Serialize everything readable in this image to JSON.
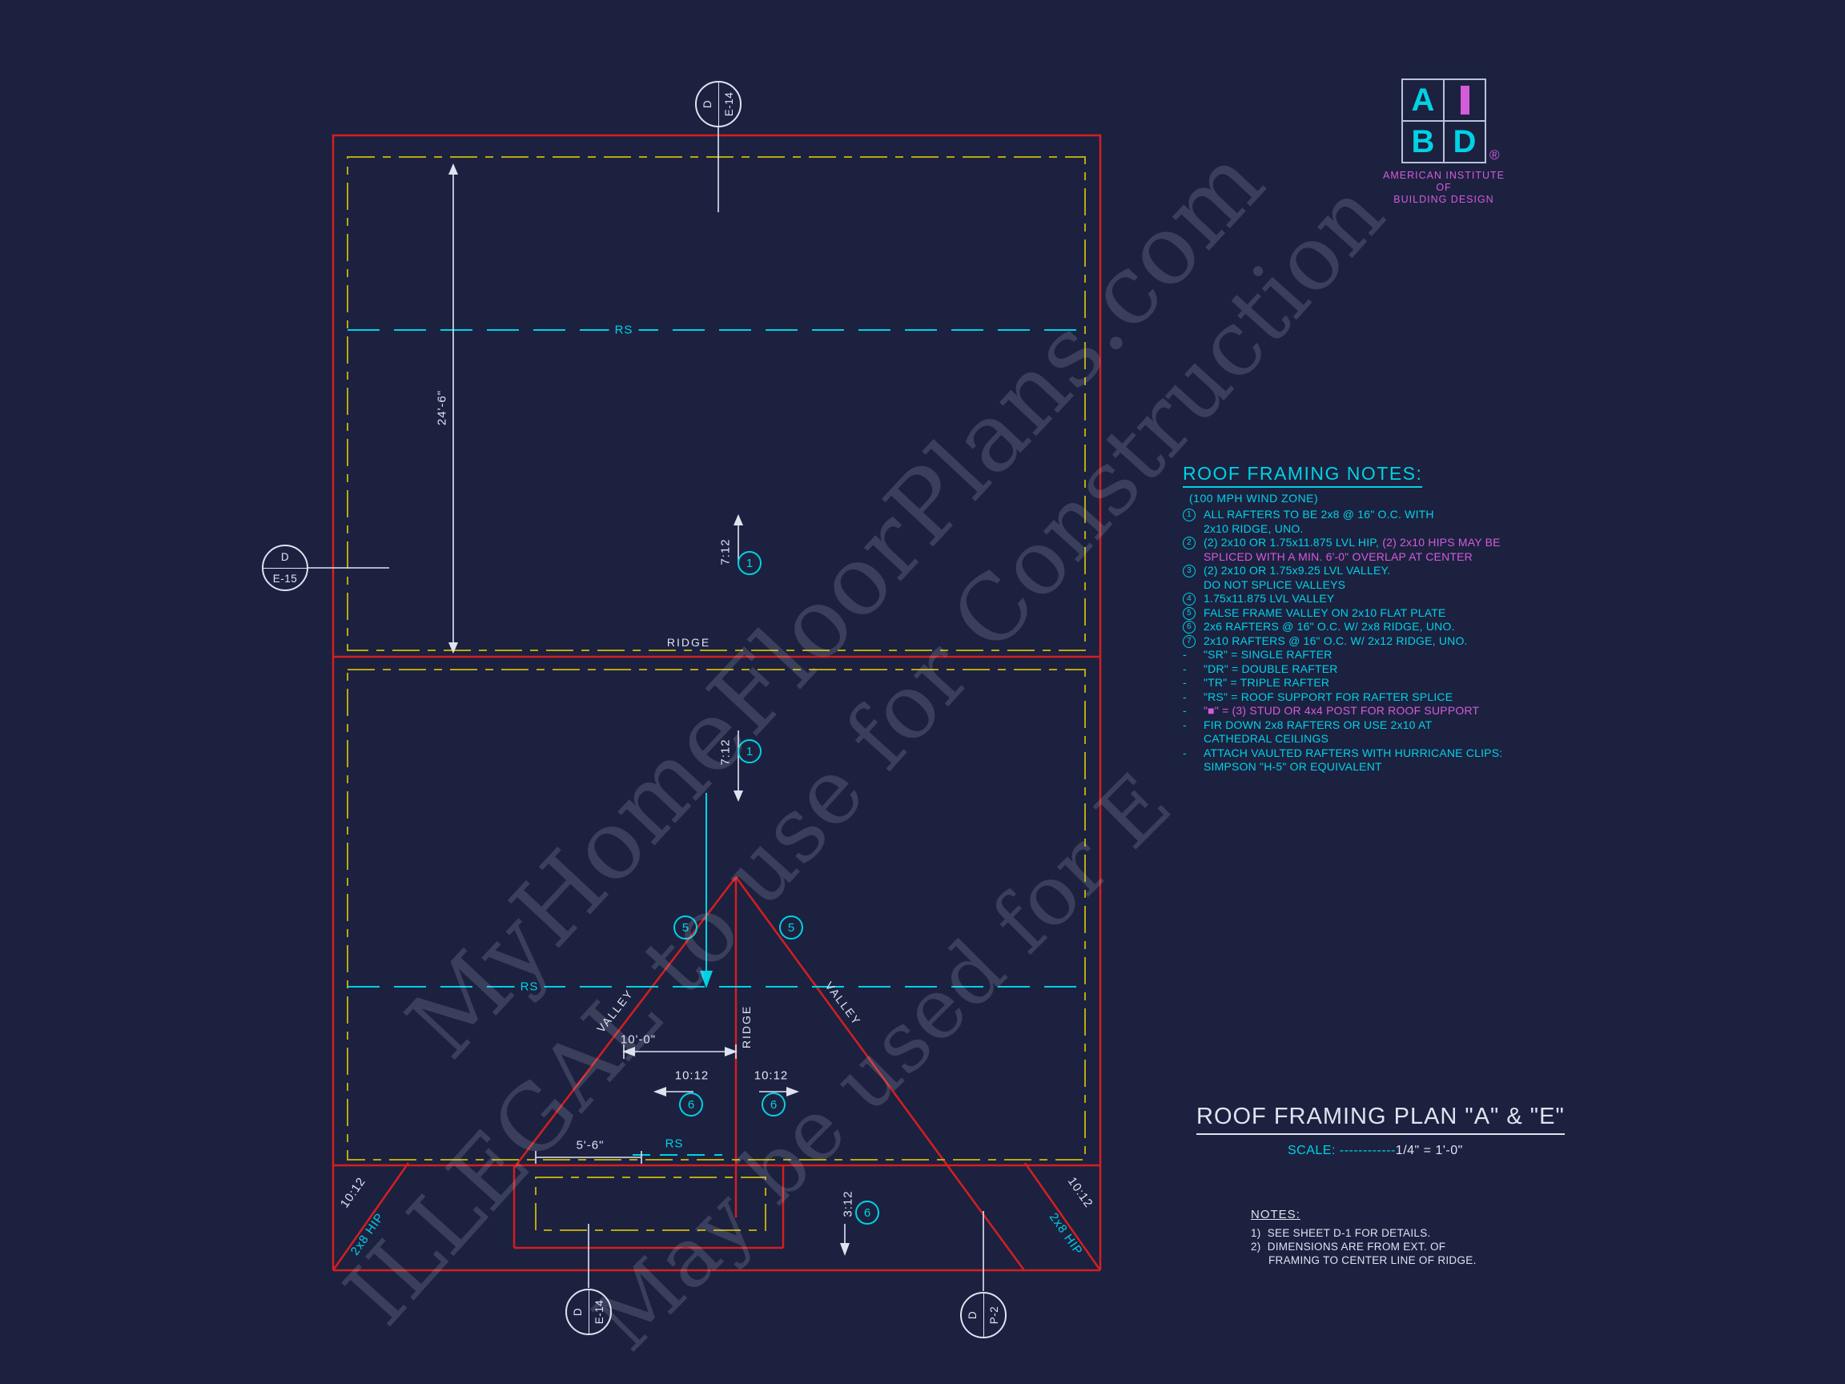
{
  "colors": {
    "bg": "#1c2140",
    "red": "#d41f1f",
    "yellow": "#b9a90e",
    "cyan": "#00d2e4",
    "white": "#dfe3ef",
    "magenta": "#d45cd8"
  },
  "watermark": {
    "line1": "MyHomeFloorPlans.com",
    "line2": "ILLEGAL to use for Construction",
    "line3": "May be used for E"
  },
  "logo": {
    "letter_a": "A",
    "letter_b": "B",
    "letter_d": "D",
    "registered": "®",
    "org_line1": "AMERICAN INSTITUTE",
    "org_line2": "OF",
    "org_line3": "BUILDING DESIGN"
  },
  "markers": {
    "top": {
      "letter": "D",
      "sheet": "E-14"
    },
    "left": {
      "letter": "D",
      "sheet": "E-15"
    },
    "bottom": {
      "letter": "D",
      "sheet": "E-14"
    },
    "bottom_right": {
      "letter": "D",
      "sheet": "P-2"
    }
  },
  "plan": {
    "labels": {
      "rs_top": "RS",
      "rs_mid": "RS",
      "rs_bottom": "RS",
      "ridge_h": "RIDGE",
      "ridge_v": "RIDGE",
      "valley_l": "VALLEY",
      "valley_r": "VALLEY",
      "slope712_a": "7:12",
      "slope712_b": "7:12",
      "slope1012_l": "10:12",
      "slope1012_r": "10:12",
      "slope312": "3:12",
      "corner1012_l": "10:12",
      "corner1012_r": "10:12",
      "hip_l": "2x8 HIP",
      "hip_r": "2x8 HIP",
      "dim_24_6": "24'-6\"",
      "dim_10_0": "10'-0\"",
      "dim_5_6": "5'-6\""
    },
    "callouts": {
      "one": "1",
      "five": "5",
      "six": "6"
    }
  },
  "framing_notes": {
    "title": "ROOF FRAMING NOTES:",
    "subtitle": "(100 MPH WIND ZONE)",
    "items": [
      {
        "marker": "1",
        "lines": [
          [
            {
              "t": "ALL RAFTERS TO BE 2x8 @ 16\" O.C. WITH",
              "c": "cyan"
            }
          ],
          [
            {
              "t": "2x10 RIDGE, UNO.",
              "c": "cyan"
            }
          ]
        ]
      },
      {
        "marker": "2",
        "lines": [
          [
            {
              "t": "(2) 2x10 OR 1.75x11.875 LVL HIP, ",
              "c": "cyan"
            },
            {
              "t": "(2) 2x10 HIPS MAY BE",
              "c": "magenta"
            }
          ],
          [
            {
              "t": "SPLICED WITH A MIN. 6'-0\" OVERLAP AT CENTER",
              "c": "magenta"
            }
          ]
        ]
      },
      {
        "marker": "3",
        "lines": [
          [
            {
              "t": "(2) 2x10 OR 1.75x9.25 LVL VALLEY.",
              "c": "cyan"
            }
          ],
          [
            {
              "t": "DO NOT SPLICE VALLEYS",
              "c": "cyan"
            }
          ]
        ]
      },
      {
        "marker": "4",
        "lines": [
          [
            {
              "t": "1.75x11.875 LVL VALLEY",
              "c": "cyan"
            }
          ]
        ]
      },
      {
        "marker": "5",
        "lines": [
          [
            {
              "t": "FALSE FRAME VALLEY ON 2x10 FLAT PLATE",
              "c": "cyan"
            }
          ]
        ]
      },
      {
        "marker": "6",
        "lines": [
          [
            {
              "t": "2x6 RAFTERS @ 16\" O.C. W/ 2x8 RIDGE, UNO.",
              "c": "cyan"
            }
          ]
        ]
      },
      {
        "marker": "7",
        "lines": [
          [
            {
              "t": "2x10 RAFTERS @ 16\" O.C. W/ 2x12 RIDGE, UNO.",
              "c": "cyan"
            }
          ]
        ]
      },
      {
        "marker": "-",
        "lines": [
          [
            {
              "t": "\"SR\" = SINGLE RAFTER",
              "c": "cyan"
            }
          ]
        ]
      },
      {
        "marker": "-",
        "lines": [
          [
            {
              "t": "\"DR\" = DOUBLE RAFTER",
              "c": "cyan"
            }
          ]
        ]
      },
      {
        "marker": "-",
        "lines": [
          [
            {
              "t": "\"TR\" = TRIPLE RAFTER",
              "c": "cyan"
            }
          ]
        ]
      },
      {
        "marker": "-",
        "lines": [
          [
            {
              "t": "\"RS\" = ROOF SUPPORT FOR RAFTER SPLICE",
              "c": "cyan"
            }
          ]
        ]
      },
      {
        "marker": "-",
        "lines": [
          [
            {
              "t": "\"■\" = (3) STUD OR 4x4 POST FOR ROOF SUPPORT",
              "c": "magenta"
            }
          ]
        ]
      },
      {
        "marker": "-",
        "lines": [
          [
            {
              "t": "FIR DOWN 2x8 RAFTERS OR USE 2x10 AT",
              "c": "cyan"
            }
          ],
          [
            {
              "t": "CATHEDRAL CEILINGS",
              "c": "cyan"
            }
          ]
        ]
      },
      {
        "marker": "-",
        "lines": [
          [
            {
              "t": "ATTACH VAULTED RAFTERS WITH HURRICANE CLIPS:",
              "c": "cyan"
            }
          ],
          [
            {
              "t": "SIMPSON \"H-5\" OR EQUIVALENT",
              "c": "cyan"
            }
          ]
        ]
      }
    ]
  },
  "title_block": {
    "title": "ROOF FRAMING PLAN \"A\" & \"E\"",
    "scale_label": "SCALE: ------------",
    "scale_value": "1/4\" = 1'-0\""
  },
  "sheet_notes": {
    "title": "NOTES:",
    "line1": "1)  SEE SHEET D-1 FOR DETAILS.",
    "line2": "2)  DIMENSIONS ARE FROM EXT. OF",
    "line3": "FRAMING TO CENTER LINE OF RIDGE."
  }
}
